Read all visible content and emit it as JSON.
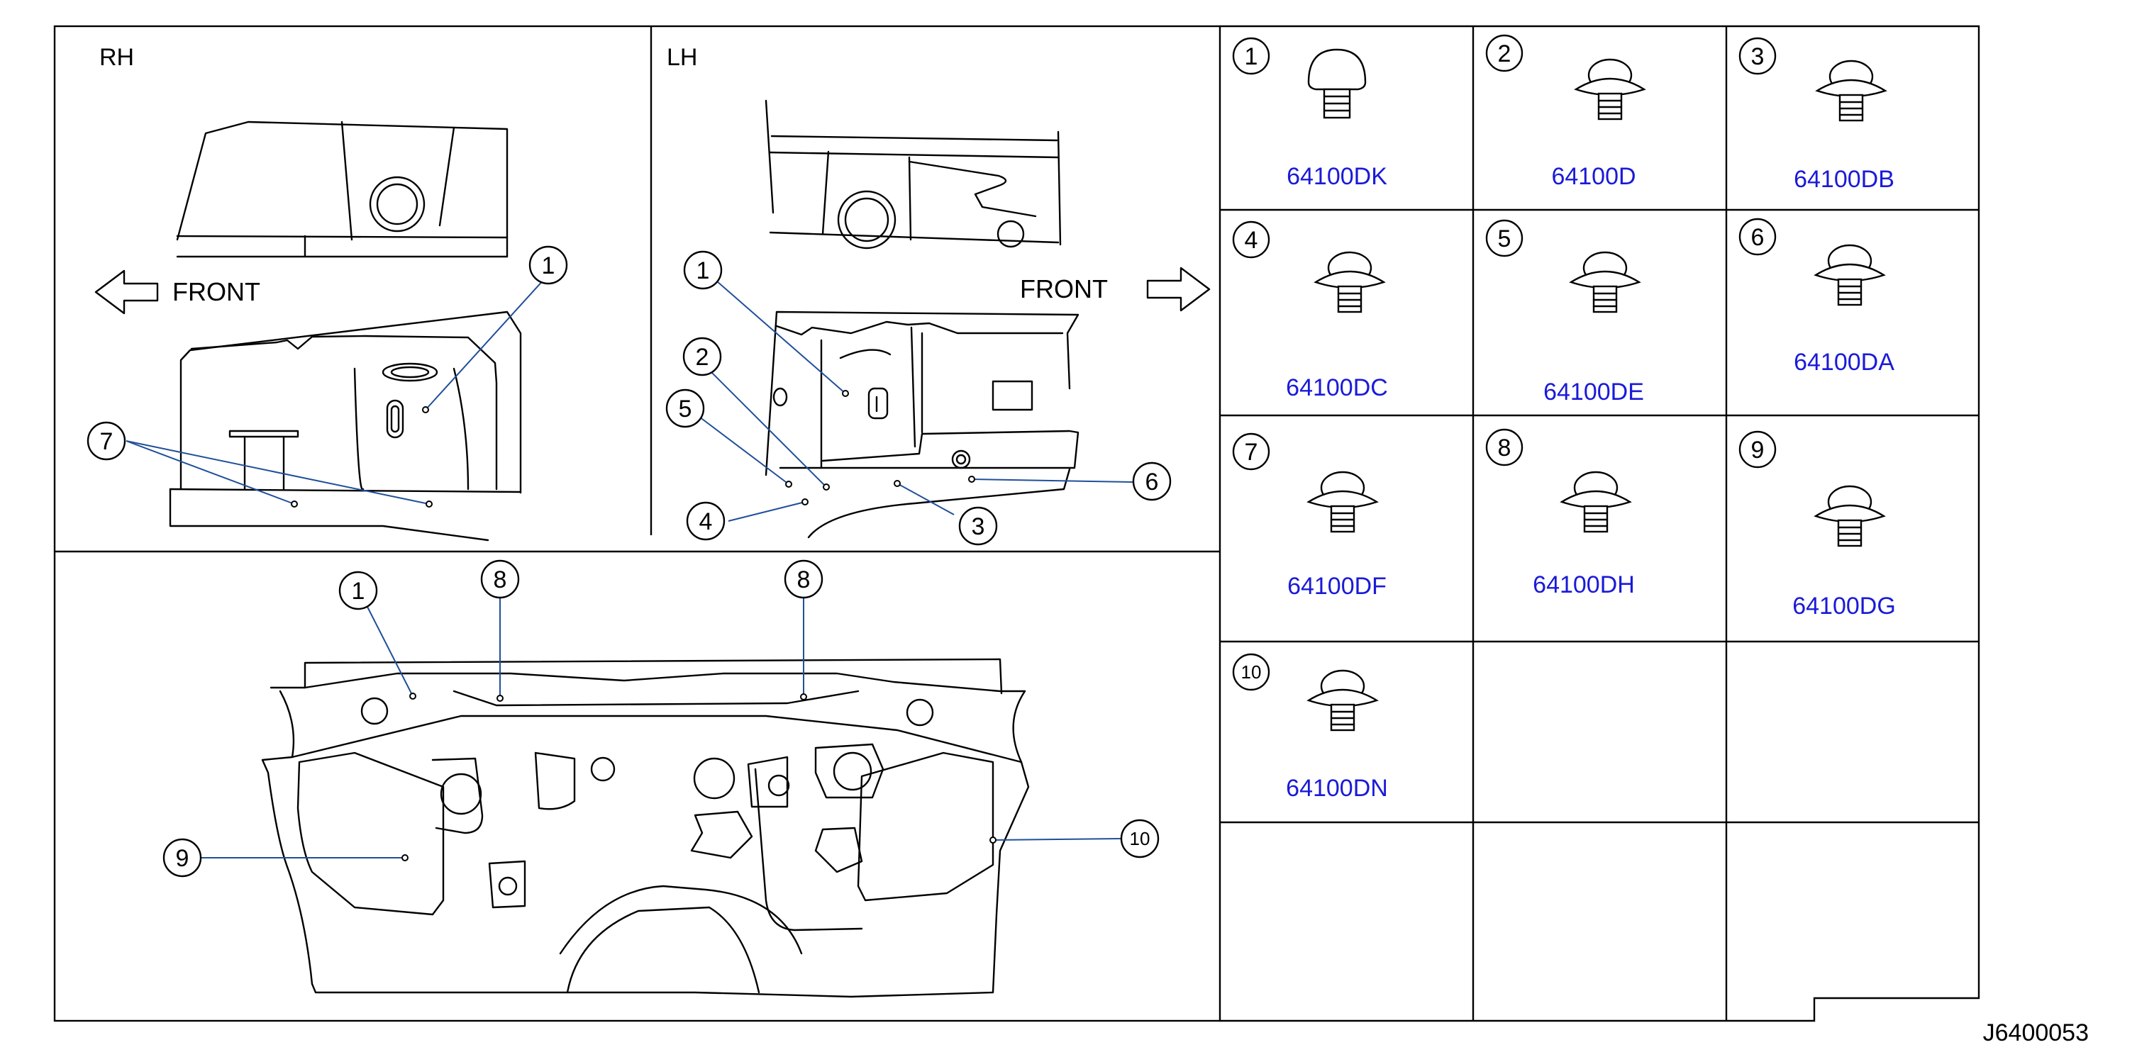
{
  "views": {
    "rh_label": "RH",
    "lh_label": "LH",
    "front_label_rh": "FRONT",
    "front_label_lh": "FRONT"
  },
  "callouts": {
    "rh": [
      "1",
      "7"
    ],
    "lh": [
      "1",
      "2",
      "5",
      "4",
      "3",
      "6"
    ],
    "dash": [
      "1",
      "8",
      "8",
      "9",
      "10"
    ]
  },
  "parts": [
    {
      "index": "1",
      "part_number": "64100DK"
    },
    {
      "index": "2",
      "part_number": "64100D"
    },
    {
      "index": "3",
      "part_number": "64100DB"
    },
    {
      "index": "4",
      "part_number": "64100DC"
    },
    {
      "index": "5",
      "part_number": "64100DE"
    },
    {
      "index": "6",
      "part_number": "64100DA"
    },
    {
      "index": "7",
      "part_number": "64100DF"
    },
    {
      "index": "8",
      "part_number": "64100DH"
    },
    {
      "index": "9",
      "part_number": "64100DG"
    },
    {
      "index": "10",
      "part_number": "64100DN"
    }
  ],
  "doc_code": "J6400053",
  "colors": {
    "part_number_text": "#1a1ad8",
    "leader_line": "#1f4f9a",
    "line": "#000000"
  }
}
